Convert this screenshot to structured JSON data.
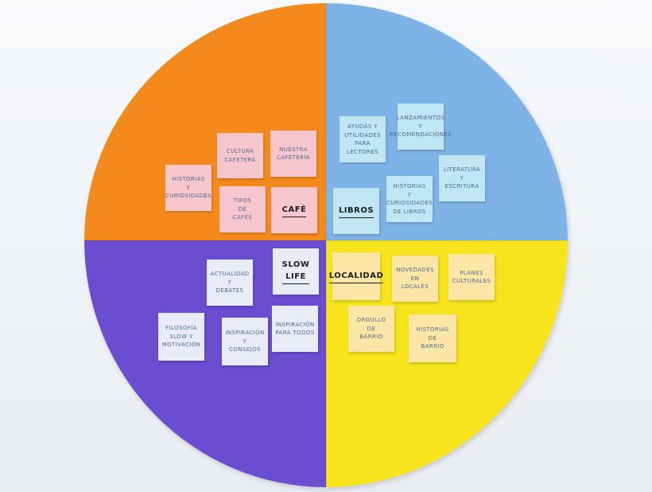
{
  "quadrants": {
    "cafe": {
      "color": "#f58a1f",
      "notes": [
        "CULTURA\nCAFETERA",
        "NUESTRA\nCAFETERÍA",
        "HISTORIAS\nY\nCURIOSIDADES",
        "TIPOS\nDE\nCAFÉS",
        "CAFÉ"
      ]
    },
    "libros": {
      "color": "#7eb3e8",
      "notes": [
        "AYUDAS Y\nUTILIDADES\nPARA\nLECTORES",
        "LANZAMIENTOS\nY\nRECOMENDACIONES",
        "LITERATURA\nY\nESCRITURA",
        "HISTORIAS\nY CURIOSIDADES\nDE LIBROS",
        "LIBROS"
      ]
    },
    "slow_life": {
      "color": "#6a4ed0",
      "notes": [
        "ACTUALIDAD\nY\nDEBATES",
        "SLOW\nLIFE",
        "FILOSOFÍA\nSLOW Y\nMOTIVACIÓN",
        "INSPIRACIÓN\nY\nCONSEJOS",
        "INSPIRACIÓN\nPARA TODOS"
      ]
    },
    "localidad": {
      "color": "#f7e41e",
      "notes": [
        "LOCALIDAD",
        "NOVEDADES\nEN\nLOCALES",
        "PLANES\nCULTURALES",
        "ORGULLO\nDE\nBARRIO",
        "HISTORIAS\nDE\nBARRIO"
      ]
    }
  }
}
